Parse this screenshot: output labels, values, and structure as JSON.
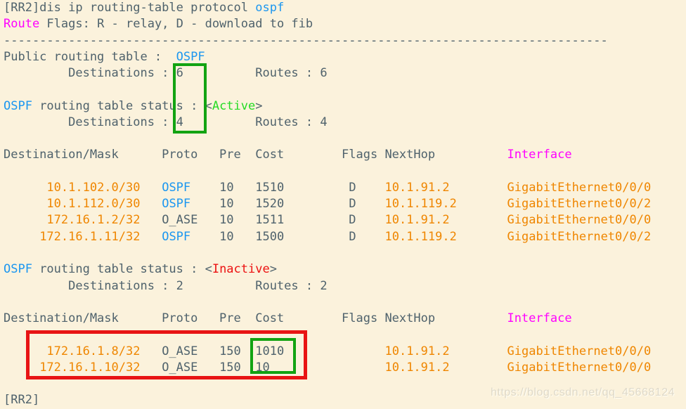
{
  "palette": {
    "bg": "#FBF2DC",
    "fg": "#4F626C",
    "blue": "#1B96F0",
    "magenta": "#FF00FF",
    "orange": "#EF8600",
    "green": "#24DB24",
    "red": "#EC1111",
    "box-green": "#12A312",
    "box-red": "#E81414",
    "watermark": "#DFD9C9"
  },
  "terminal": {
    "prompt": "[RR2]",
    "command": "dis ip routing-table protocol ospf",
    "lines": [
      {
        "name": "command-line",
        "segments": [
          {
            "t": "[RR2]dis ip routing-table protocol ",
            "c": "d"
          },
          {
            "t": "ospf",
            "c": "b"
          }
        ]
      },
      {
        "name": "route-flags-legend",
        "segments": [
          {
            "t": "Route",
            "c": "m"
          },
          {
            "t": " Flags: R - relay, D - download to fib",
            "c": "d"
          }
        ]
      },
      {
        "name": "separator-line",
        "segments": [
          {
            "t": "------------------------------------------------------------------------------------",
            "c": "d"
          }
        ]
      },
      {
        "name": "public-table-title",
        "segments": [
          {
            "t": "Public routing table :  ",
            "c": "d"
          },
          {
            "t": "OSPF",
            "c": "b"
          }
        ]
      },
      {
        "name": "public-table-counts",
        "segments": [
          {
            "t": "         Destinations : 6          Routes : 6",
            "c": "d"
          }
        ]
      },
      {
        "name": "blank-line",
        "segments": []
      },
      {
        "name": "active-status-line",
        "segments": [
          {
            "t": "OSPF",
            "c": "b"
          },
          {
            "t": " routing table status : <",
            "c": "d"
          },
          {
            "t": "Active",
            "c": "g"
          },
          {
            "t": ">",
            "c": "d"
          }
        ]
      },
      {
        "name": "active-counts",
        "segments": [
          {
            "t": "         Destinations : 4          Routes : 4",
            "c": "d"
          }
        ]
      },
      {
        "name": "blank-line",
        "segments": []
      },
      {
        "name": "table-header",
        "segments": [
          {
            "t": "Destination/Mask      Proto   Pre  Cost        Flags NextHop          ",
            "c": "d"
          },
          {
            "t": "Interface",
            "c": "m"
          }
        ]
      },
      {
        "name": "blank-line",
        "segments": []
      },
      {
        "name": "route-row",
        "segments": [
          {
            "t": "      ",
            "c": "d"
          },
          {
            "t": "10.1.102.0/30",
            "c": "o"
          },
          {
            "t": "   ",
            "c": "d"
          },
          {
            "t": "OSPF",
            "c": "b"
          },
          {
            "t": "    10   1510         D    ",
            "c": "d"
          },
          {
            "t": "10.1.91.2",
            "c": "o"
          },
          {
            "t": "        ",
            "c": "d"
          },
          {
            "t": "GigabitEthernet0/0/0",
            "c": "o"
          }
        ]
      },
      {
        "name": "route-row",
        "segments": [
          {
            "t": "      ",
            "c": "d"
          },
          {
            "t": "10.1.112.0/30",
            "c": "o"
          },
          {
            "t": "   ",
            "c": "d"
          },
          {
            "t": "OSPF",
            "c": "b"
          },
          {
            "t": "    10   1520         D    ",
            "c": "d"
          },
          {
            "t": "10.1.119.2",
            "c": "o"
          },
          {
            "t": "       ",
            "c": "d"
          },
          {
            "t": "GigabitEthernet0/0/2",
            "c": "o"
          }
        ]
      },
      {
        "name": "route-row",
        "segments": [
          {
            "t": "      ",
            "c": "d"
          },
          {
            "t": "172.16.1.2/32",
            "c": "o"
          },
          {
            "t": "   O_ASE   10   1511         D    ",
            "c": "d"
          },
          {
            "t": "10.1.91.2",
            "c": "o"
          },
          {
            "t": "        ",
            "c": "d"
          },
          {
            "t": "GigabitEthernet0/0/0",
            "c": "o"
          }
        ]
      },
      {
        "name": "route-row",
        "segments": [
          {
            "t": "     ",
            "c": "d"
          },
          {
            "t": "172.16.1.11/32",
            "c": "o"
          },
          {
            "t": "   ",
            "c": "d"
          },
          {
            "t": "OSPF",
            "c": "b"
          },
          {
            "t": "    10   1500         D    ",
            "c": "d"
          },
          {
            "t": "10.1.119.2",
            "c": "o"
          },
          {
            "t": "       ",
            "c": "d"
          },
          {
            "t": "GigabitEthernet0/0/2",
            "c": "o"
          }
        ]
      },
      {
        "name": "blank-line",
        "segments": []
      },
      {
        "name": "inactive-status-line",
        "segments": [
          {
            "t": "OSPF",
            "c": "b"
          },
          {
            "t": " routing table status : <",
            "c": "d"
          },
          {
            "t": "Inactive",
            "c": "r"
          },
          {
            "t": ">",
            "c": "d"
          }
        ]
      },
      {
        "name": "inactive-counts",
        "segments": [
          {
            "t": "         Destinations : 2          Routes : 2",
            "c": "d"
          }
        ]
      },
      {
        "name": "blank-line",
        "segments": []
      },
      {
        "name": "table-header",
        "segments": [
          {
            "t": "Destination/Mask      Proto   Pre  Cost        Flags NextHop          ",
            "c": "d"
          },
          {
            "t": "Interface",
            "c": "m"
          }
        ]
      },
      {
        "name": "blank-line",
        "segments": []
      },
      {
        "name": "route-row",
        "segments": [
          {
            "t": "      ",
            "c": "d"
          },
          {
            "t": "172.16.1.8/32",
            "c": "o"
          },
          {
            "t": "   O_ASE   150  1010              ",
            "c": "d"
          },
          {
            "t": "10.1.91.2",
            "c": "o"
          },
          {
            "t": "        ",
            "c": "d"
          },
          {
            "t": "GigabitEthernet0/0/0",
            "c": "o"
          }
        ]
      },
      {
        "name": "route-row",
        "segments": [
          {
            "t": "     ",
            "c": "d"
          },
          {
            "t": "172.16.1.10/32",
            "c": "o"
          },
          {
            "t": "   O_ASE   150  10                ",
            "c": "d"
          },
          {
            "t": "10.1.91.2",
            "c": "o"
          },
          {
            "t": "        ",
            "c": "d"
          },
          {
            "t": "GigabitEthernet0/0/0",
            "c": "o"
          }
        ]
      },
      {
        "name": "blank-line",
        "segments": []
      },
      {
        "name": "prompt-line",
        "segments": [
          {
            "t": "[RR2]",
            "c": "d"
          }
        ]
      }
    ]
  },
  "watermark": {
    "text": "https://blog.csdn.net/qq_45668124"
  }
}
